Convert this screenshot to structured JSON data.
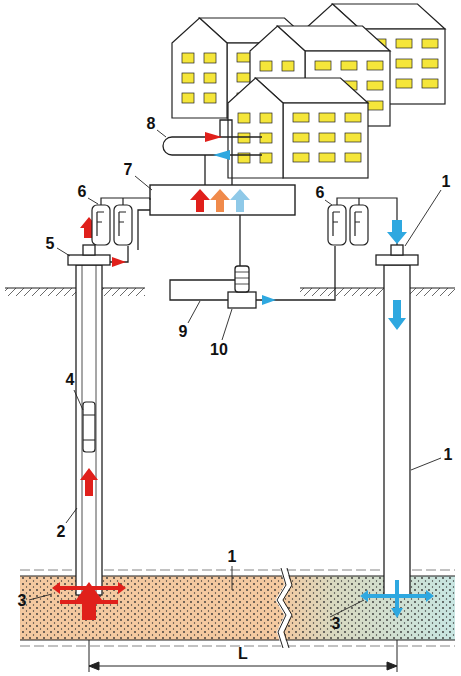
{
  "diagram": {
    "labels": [
      "8",
      "7",
      "6",
      "6",
      "1",
      "5",
      "9",
      "10",
      "1",
      "4",
      "2",
      "1",
      "3",
      "3",
      "L"
    ]
  }
}
